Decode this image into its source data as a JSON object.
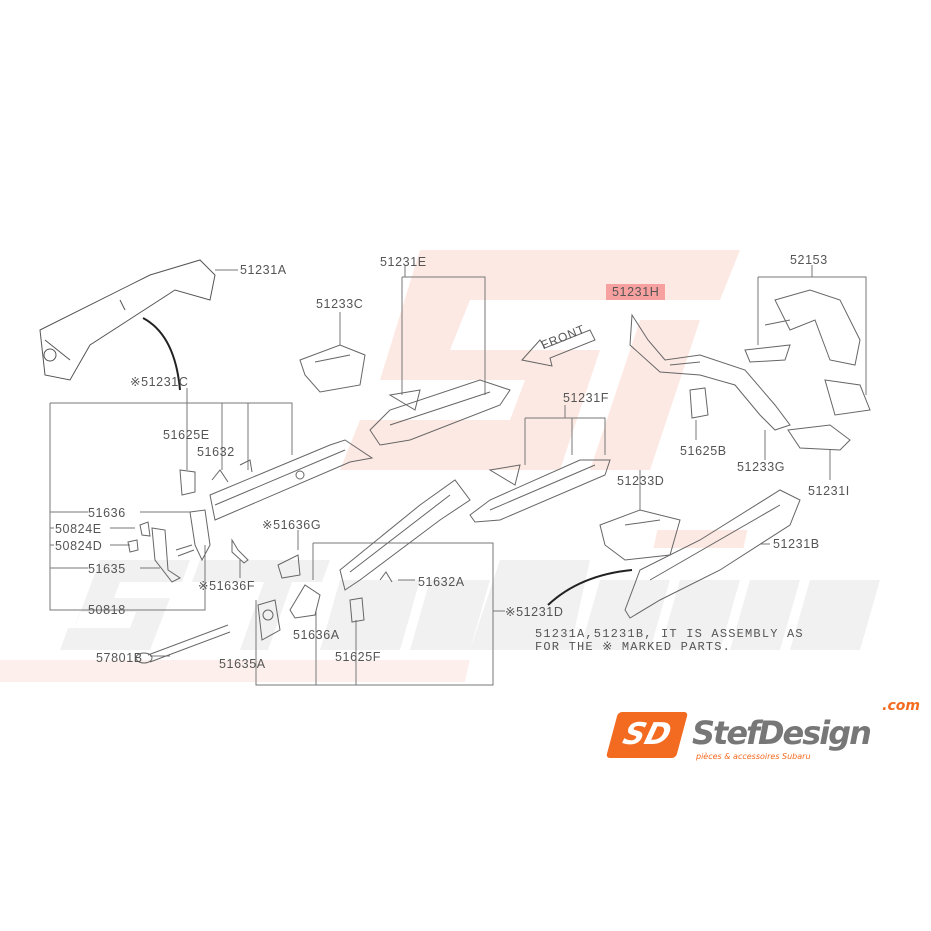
{
  "labels": {
    "p51231A": "51231A",
    "p51231C": "※51231C",
    "p51231E": "51231E",
    "p51233C": "51233C",
    "p51231H": "51231H",
    "p52153": "52153",
    "p51625E": "51625E",
    "p51632": "51632",
    "p51636": "51636",
    "p50824E": "50824E",
    "p50824D": "50824D",
    "p51635": "51635",
    "p50818": "50818",
    "p51636G": "※51636G",
    "p51636F": "※51636F",
    "p51231F": "51231F",
    "p51625B": "51625B",
    "p51233G": "51233G",
    "p51231I": "51231I",
    "p51233D": "51233D",
    "p51231B": "51231B",
    "p51632A": "51632A",
    "p51231D": "※51231D",
    "p51636A": "51636A",
    "p51625F": "51625F",
    "p57801B": "57801B",
    "p51635A": "51635A"
  },
  "front_label": "FRONT",
  "note": {
    "line1": "51231A,51231B, IT IS ASSEMBLY AS",
    "line2": "FOR THE ※ MARKED PARTS."
  },
  "highlight_color": "#f7a0a0",
  "watermark": {
    "name": "StefDesign",
    "com": ".com",
    "tagline": "pièces & accessoires Subaru"
  },
  "logo": {
    "mark": "SD",
    "name": "StefDesign",
    "com": ".com",
    "tagline": "pièces & accessoires Subaru",
    "brand_color": "#f36b21"
  }
}
